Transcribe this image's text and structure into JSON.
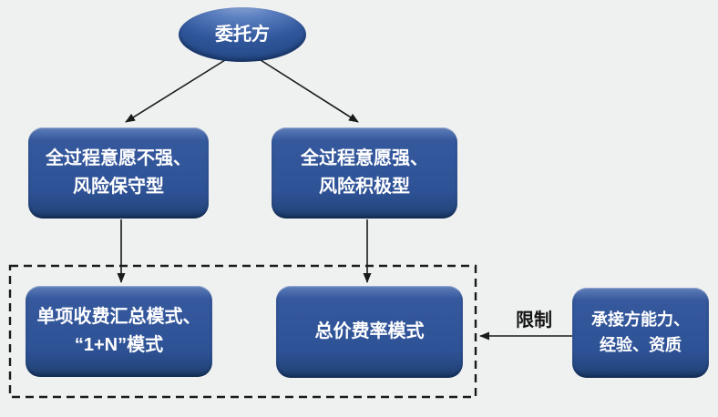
{
  "nodes": {
    "client": {
      "label": "委托方"
    },
    "left_top": {
      "line1": "全过程意愿不强、",
      "line2": "风险保守型"
    },
    "right_top": {
      "line1": "全过程意愿强、",
      "line2": "风险积极型"
    },
    "bottom_left": {
      "line1": "单项收费汇总模式、",
      "line2": "“1+N”模式"
    },
    "bottom_middle": {
      "label": "总价费率模式"
    },
    "contractor": {
      "line1": "承接方能力、",
      "line2": "经验、资质"
    }
  },
  "labels": {
    "restriction": "限制"
  },
  "colors": {
    "background": "#EFF1F1",
    "node_fill": "#2E5497",
    "node_fill_dark": "#18355F",
    "node_highlight": "#7D97CC",
    "arrow": "#1A1A1A",
    "node_text": "#FFFFFF"
  }
}
